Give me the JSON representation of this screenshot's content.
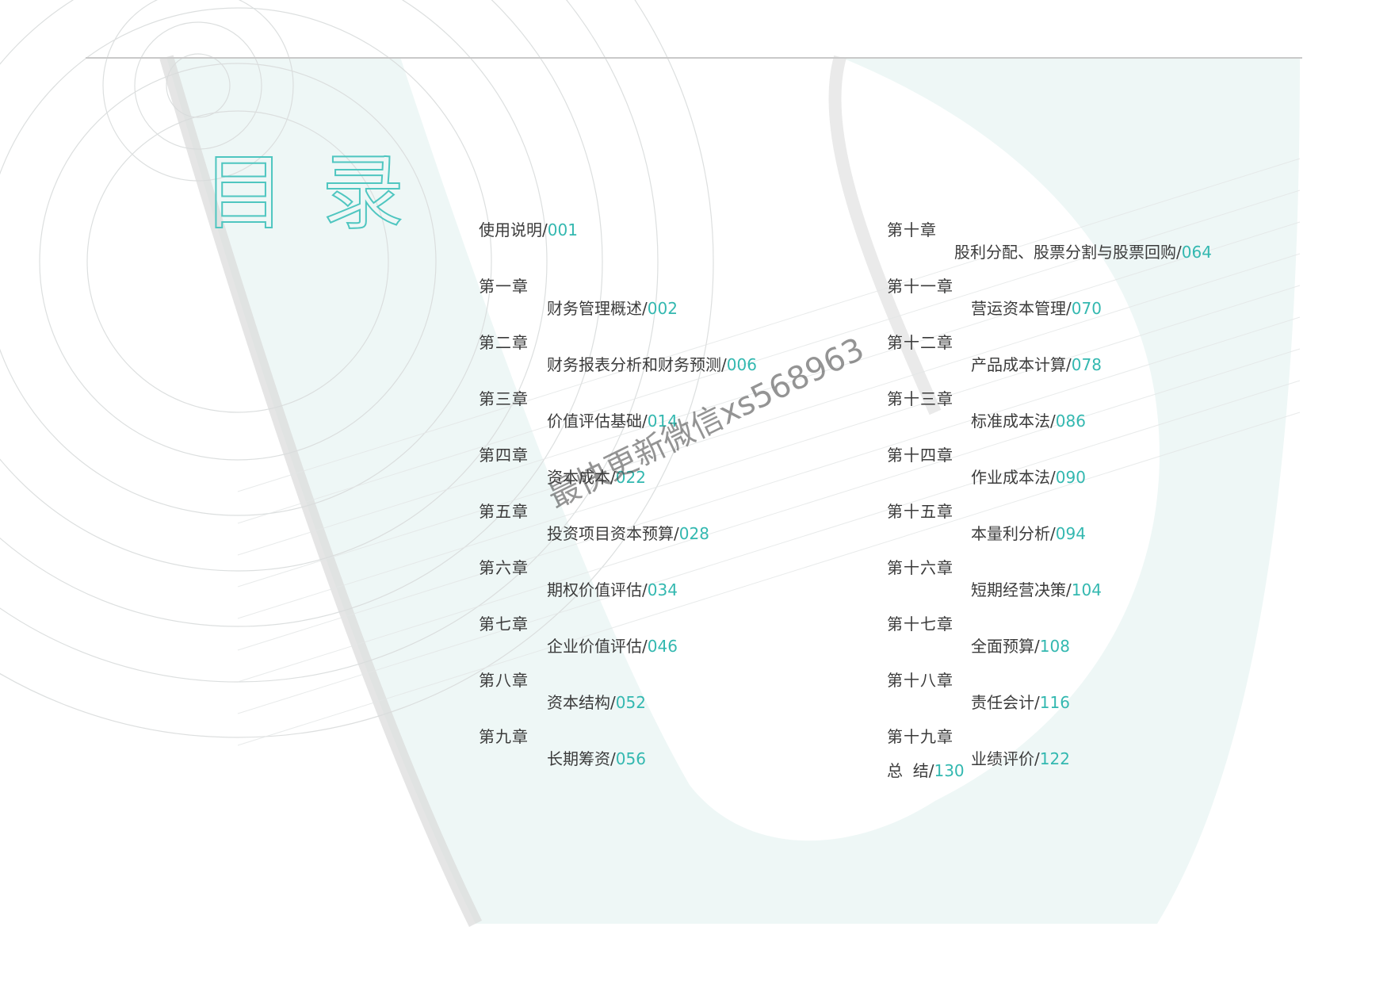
{
  "title": {
    "char1": "目",
    "char2": "录"
  },
  "accent_color": "#33b8b0",
  "toc_left": [
    {
      "chapter": "",
      "topic": "使用说明",
      "page": "001"
    },
    {
      "chapter": "第一章",
      "topic": "财务管理概述",
      "page": "002"
    },
    {
      "chapter": "第二章",
      "topic": "财务报表分析和财务预测",
      "page": "006"
    },
    {
      "chapter": "第三章",
      "topic": "价值评估基础",
      "page": "014"
    },
    {
      "chapter": "第四章",
      "topic": "资本成本",
      "page": "022"
    },
    {
      "chapter": "第五章",
      "topic": "投资项目资本预算",
      "page": "028"
    },
    {
      "chapter": "第六章",
      "topic": "期权价值评估",
      "page": "034"
    },
    {
      "chapter": "第七章",
      "topic": "企业价值评估",
      "page": "046"
    },
    {
      "chapter": "第八章",
      "topic": "资本结构",
      "page": "052"
    },
    {
      "chapter": "第九章",
      "topic": "长期筹资",
      "page": "056"
    }
  ],
  "toc_right": [
    {
      "chapter": "第十章",
      "topic": "股利分配、股票分割与股票回购",
      "page": "064"
    },
    {
      "chapter": "第十一章",
      "topic": "营运资本管理",
      "page": "070"
    },
    {
      "chapter": "第十二章",
      "topic": "产品成本计算",
      "page": "078"
    },
    {
      "chapter": "第十三章",
      "topic": "标准成本法",
      "page": "086"
    },
    {
      "chapter": "第十四章",
      "topic": "作业成本法",
      "page": "090"
    },
    {
      "chapter": "第十五章",
      "topic": "本量利分析",
      "page": "094"
    },
    {
      "chapter": "第十六章",
      "topic": "短期经营决策",
      "page": "104"
    },
    {
      "chapter": "第十七章",
      "topic": "全面预算",
      "page": "108"
    },
    {
      "chapter": "第十八章",
      "topic": "责任会计",
      "page": "116"
    },
    {
      "chapter": "第十九章",
      "topic": "业绩评价",
      "page": "122"
    },
    {
      "chapter": "",
      "topic": "总  结",
      "page": "130"
    }
  ],
  "separator": "/",
  "watermark": "最快更新微信xs568963"
}
